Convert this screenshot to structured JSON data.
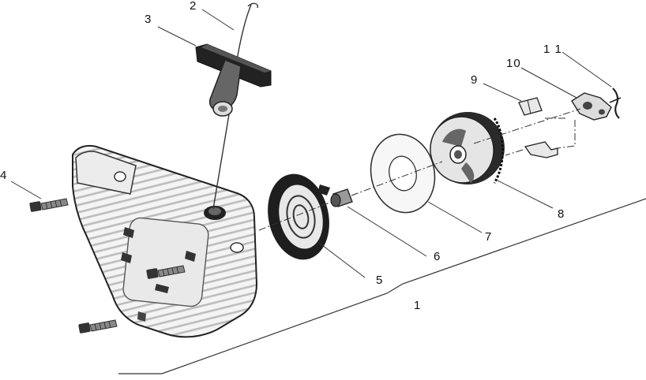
{
  "diagram": {
    "parts": [
      {
        "id": "1",
        "label": "1"
      },
      {
        "id": "2",
        "label": "2"
      },
      {
        "id": "3",
        "label": "3"
      },
      {
        "id": "4",
        "label": "4"
      },
      {
        "id": "5",
        "label": "5"
      },
      {
        "id": "6",
        "label": "6"
      },
      {
        "id": "7",
        "label": "7"
      },
      {
        "id": "8",
        "label": "8"
      },
      {
        "id": "9",
        "label": "9"
      },
      {
        "id": "10",
        "label": "10"
      },
      {
        "id": "11",
        "label": "1 1"
      }
    ]
  }
}
